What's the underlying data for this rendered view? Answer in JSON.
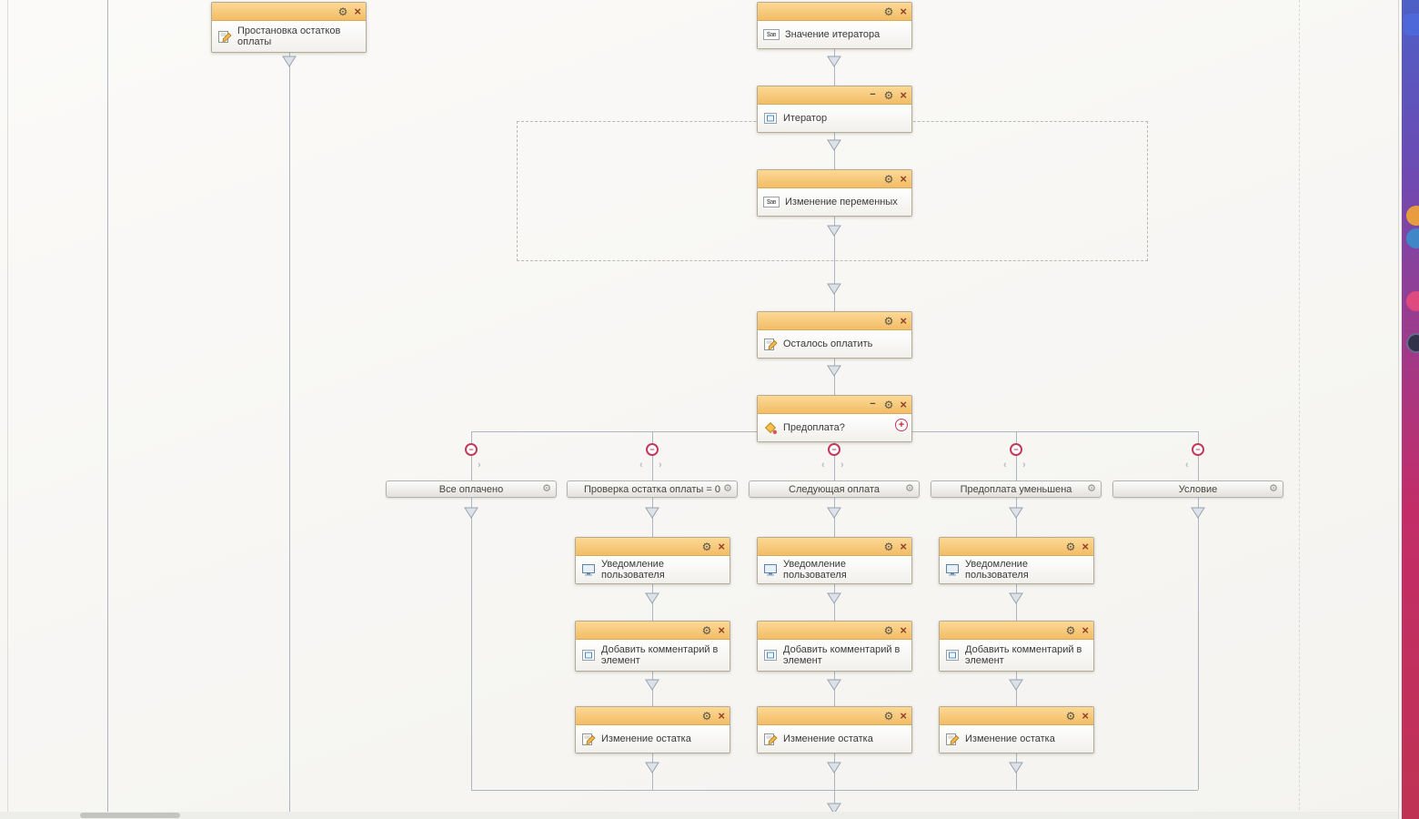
{
  "designer": {
    "glyphs": {
      "gear": "⚙",
      "close": "×",
      "minimize": "−",
      "minus": "−",
      "plus": "+",
      "chevron_left": "‹",
      "chevron_right": "›",
      "variables_label": "$ав"
    },
    "colors": {
      "block_header_top": "#fcd994",
      "block_header_bottom": "#f3bd67",
      "connector": "#a9b7c3",
      "accent_red": "#c23a5a",
      "panel_gradient": [
        "#4d60c6",
        "#6b4bb4",
        "#a03a8a",
        "#c22d68",
        "#c03253"
      ]
    },
    "blocks": {
      "prostanovka": {
        "title": "Простановка остатков оплаты"
      },
      "iterator_value": {
        "title": "Значение итератора"
      },
      "iterator": {
        "title": "Итератор"
      },
      "change_vars": {
        "title": "Изменение переменных"
      },
      "left_to_pay": {
        "title": "Осталось оплатить"
      },
      "prepayment": {
        "title": "Предоплата?"
      }
    },
    "branches": [
      {
        "label": "Все оплачено",
        "activities": []
      },
      {
        "label": "Проверка остатка оплаты = 0",
        "activities": [
          "Уведомление пользователя",
          "Добавить комментарий в элемент",
          "Изменение остатка"
        ]
      },
      {
        "label": "Следующая оплата",
        "activities": [
          "Уведомление пользователя",
          "Добавить комментарий в элемент",
          "Изменение остатка"
        ]
      },
      {
        "label": "Предоплата уменьшена",
        "activities": [
          "Уведомление пользователя",
          "Добавить комментарий в элемент",
          "Изменение остатка"
        ]
      },
      {
        "label": "Условие",
        "activities": []
      }
    ]
  }
}
